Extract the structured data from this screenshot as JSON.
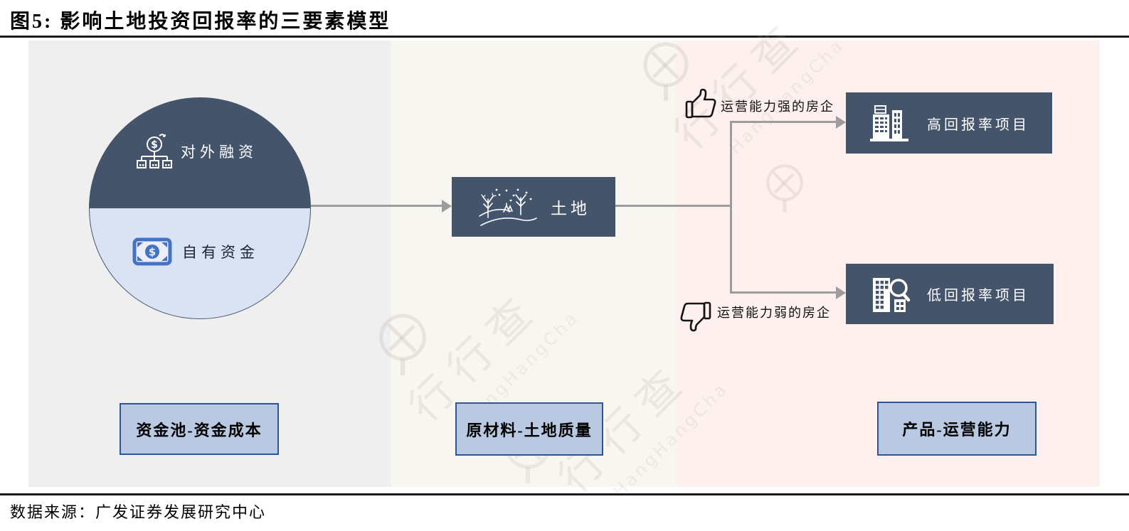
{
  "title": "图5:  影响土地投资回报率的三要素模型",
  "source": "数据来源：广发证券发展研究中心",
  "watermark": {
    "cn": "行行查",
    "en": "HangHangCha"
  },
  "colors": {
    "dark_navy": "#44546A",
    "circle_light_blue": "#DAE3F3",
    "factor_fill": "#B8C9E1",
    "factor_border": "#2F5597",
    "panel_left": "#EFEFEF",
    "panel_mid": "#F8F6F0",
    "panel_right": "#FDF0EF",
    "connector_gray": "#9D9D9D",
    "banknote_blue": "#4472C4"
  },
  "funding_circle": {
    "external": {
      "label": "对外融资",
      "icon": "funds-distribution-icon"
    },
    "internal": {
      "label": "自有资金",
      "icon": "banknote-icon"
    }
  },
  "land_node": {
    "label": "土地",
    "icon": "land-trees-icon"
  },
  "outcomes": {
    "strong": {
      "condition": "运营能力强的房企",
      "condition_icon": "thumbs-up-icon",
      "result": "高回报率项目",
      "result_icon": "buildings-icon"
    },
    "weak": {
      "condition": "运营能力弱的房企",
      "condition_icon": "thumbs-down-icon",
      "result": "低回报率项目",
      "result_icon": "building-search-icon"
    }
  },
  "factor_labels": [
    {
      "label": "资金池-资金成本"
    },
    {
      "label": "原材料-土地质量"
    },
    {
      "label": "产品-运营能力"
    }
  ]
}
